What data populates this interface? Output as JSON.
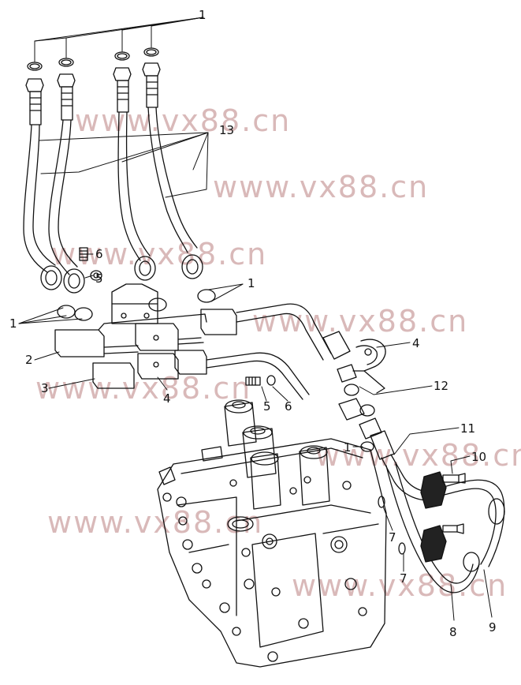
{
  "diagram": {
    "part_numbers": [
      "1",
      "13",
      "6",
      "5",
      "1",
      "1",
      "2",
      "3",
      "4",
      "4",
      "5",
      "6",
      "12",
      "1",
      "11",
      "10",
      "7",
      "7",
      "8",
      "9"
    ],
    "watermark": "www.vx88.cn"
  },
  "colors": {
    "line": "#111111",
    "watermark": "#d9b9b9",
    "background": "#ffffff"
  }
}
